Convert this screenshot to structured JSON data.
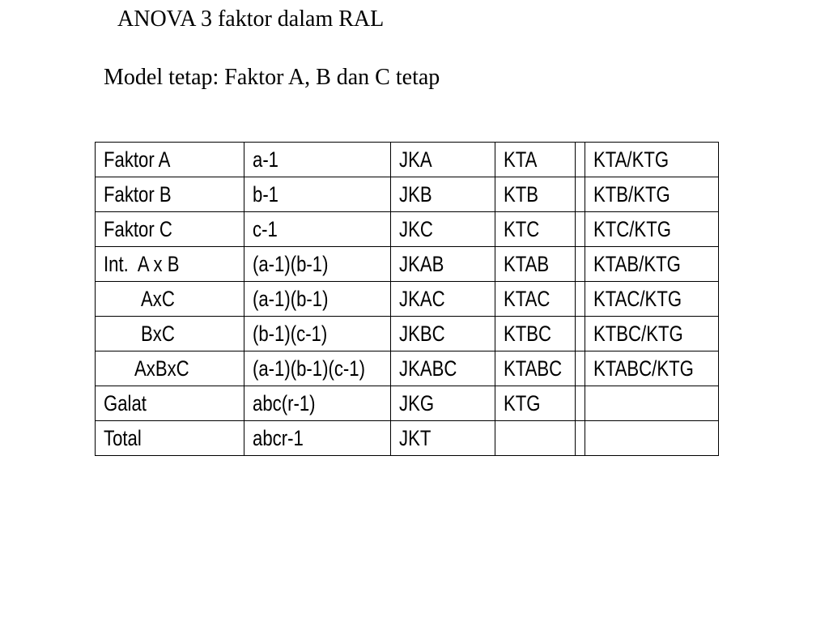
{
  "title": "ANOVA 3 faktor dalam RAL",
  "subtitle": "Model tetap: Faktor A, B dan C tetap",
  "table": {
    "rows": [
      {
        "source": "Faktor A",
        "db": "a-1",
        "jk": "JKA",
        "kt": "KTA",
        "f": "KTA/KTG"
      },
      {
        "source": "Faktor B",
        "db": "b-1",
        "jk": "JKB",
        "kt": "KTB",
        "f": "KTB/KTG"
      },
      {
        "source": "Faktor C",
        "db": "c-1",
        "jk": "JKC",
        "kt": "KTC",
        "f": "KTC/KTG"
      },
      {
        "source": "Int.  A x B",
        "db": "(a-1)(b-1)",
        "jk": "JKAB",
        "kt": "KTAB",
        "f": "KTAB/KTG"
      },
      {
        "source": "AxC",
        "db": "(a-1)(b-1)",
        "jk": "JKAC",
        "kt": "KTAC",
        "f": "KTAC/KTG"
      },
      {
        "source": "BxC",
        "db": "(b-1)(c-1)",
        "jk": "JKBC",
        "kt": "KTBC",
        "f": "KTBC/KTG"
      },
      {
        "source": "AxBxC",
        "db": "(a-1)(b-1)(c-1)",
        "jk": "JKABC",
        "kt": "KTABC",
        "f": "KTABC/KTG"
      },
      {
        "source": "Galat",
        "db": "abc(r-1)",
        "jk": "JKG",
        "kt": "KTG",
        "f": ""
      },
      {
        "source": "Total",
        "db": "abcr-1",
        "jk": "JKT",
        "kt": "",
        "f": ""
      }
    ]
  }
}
